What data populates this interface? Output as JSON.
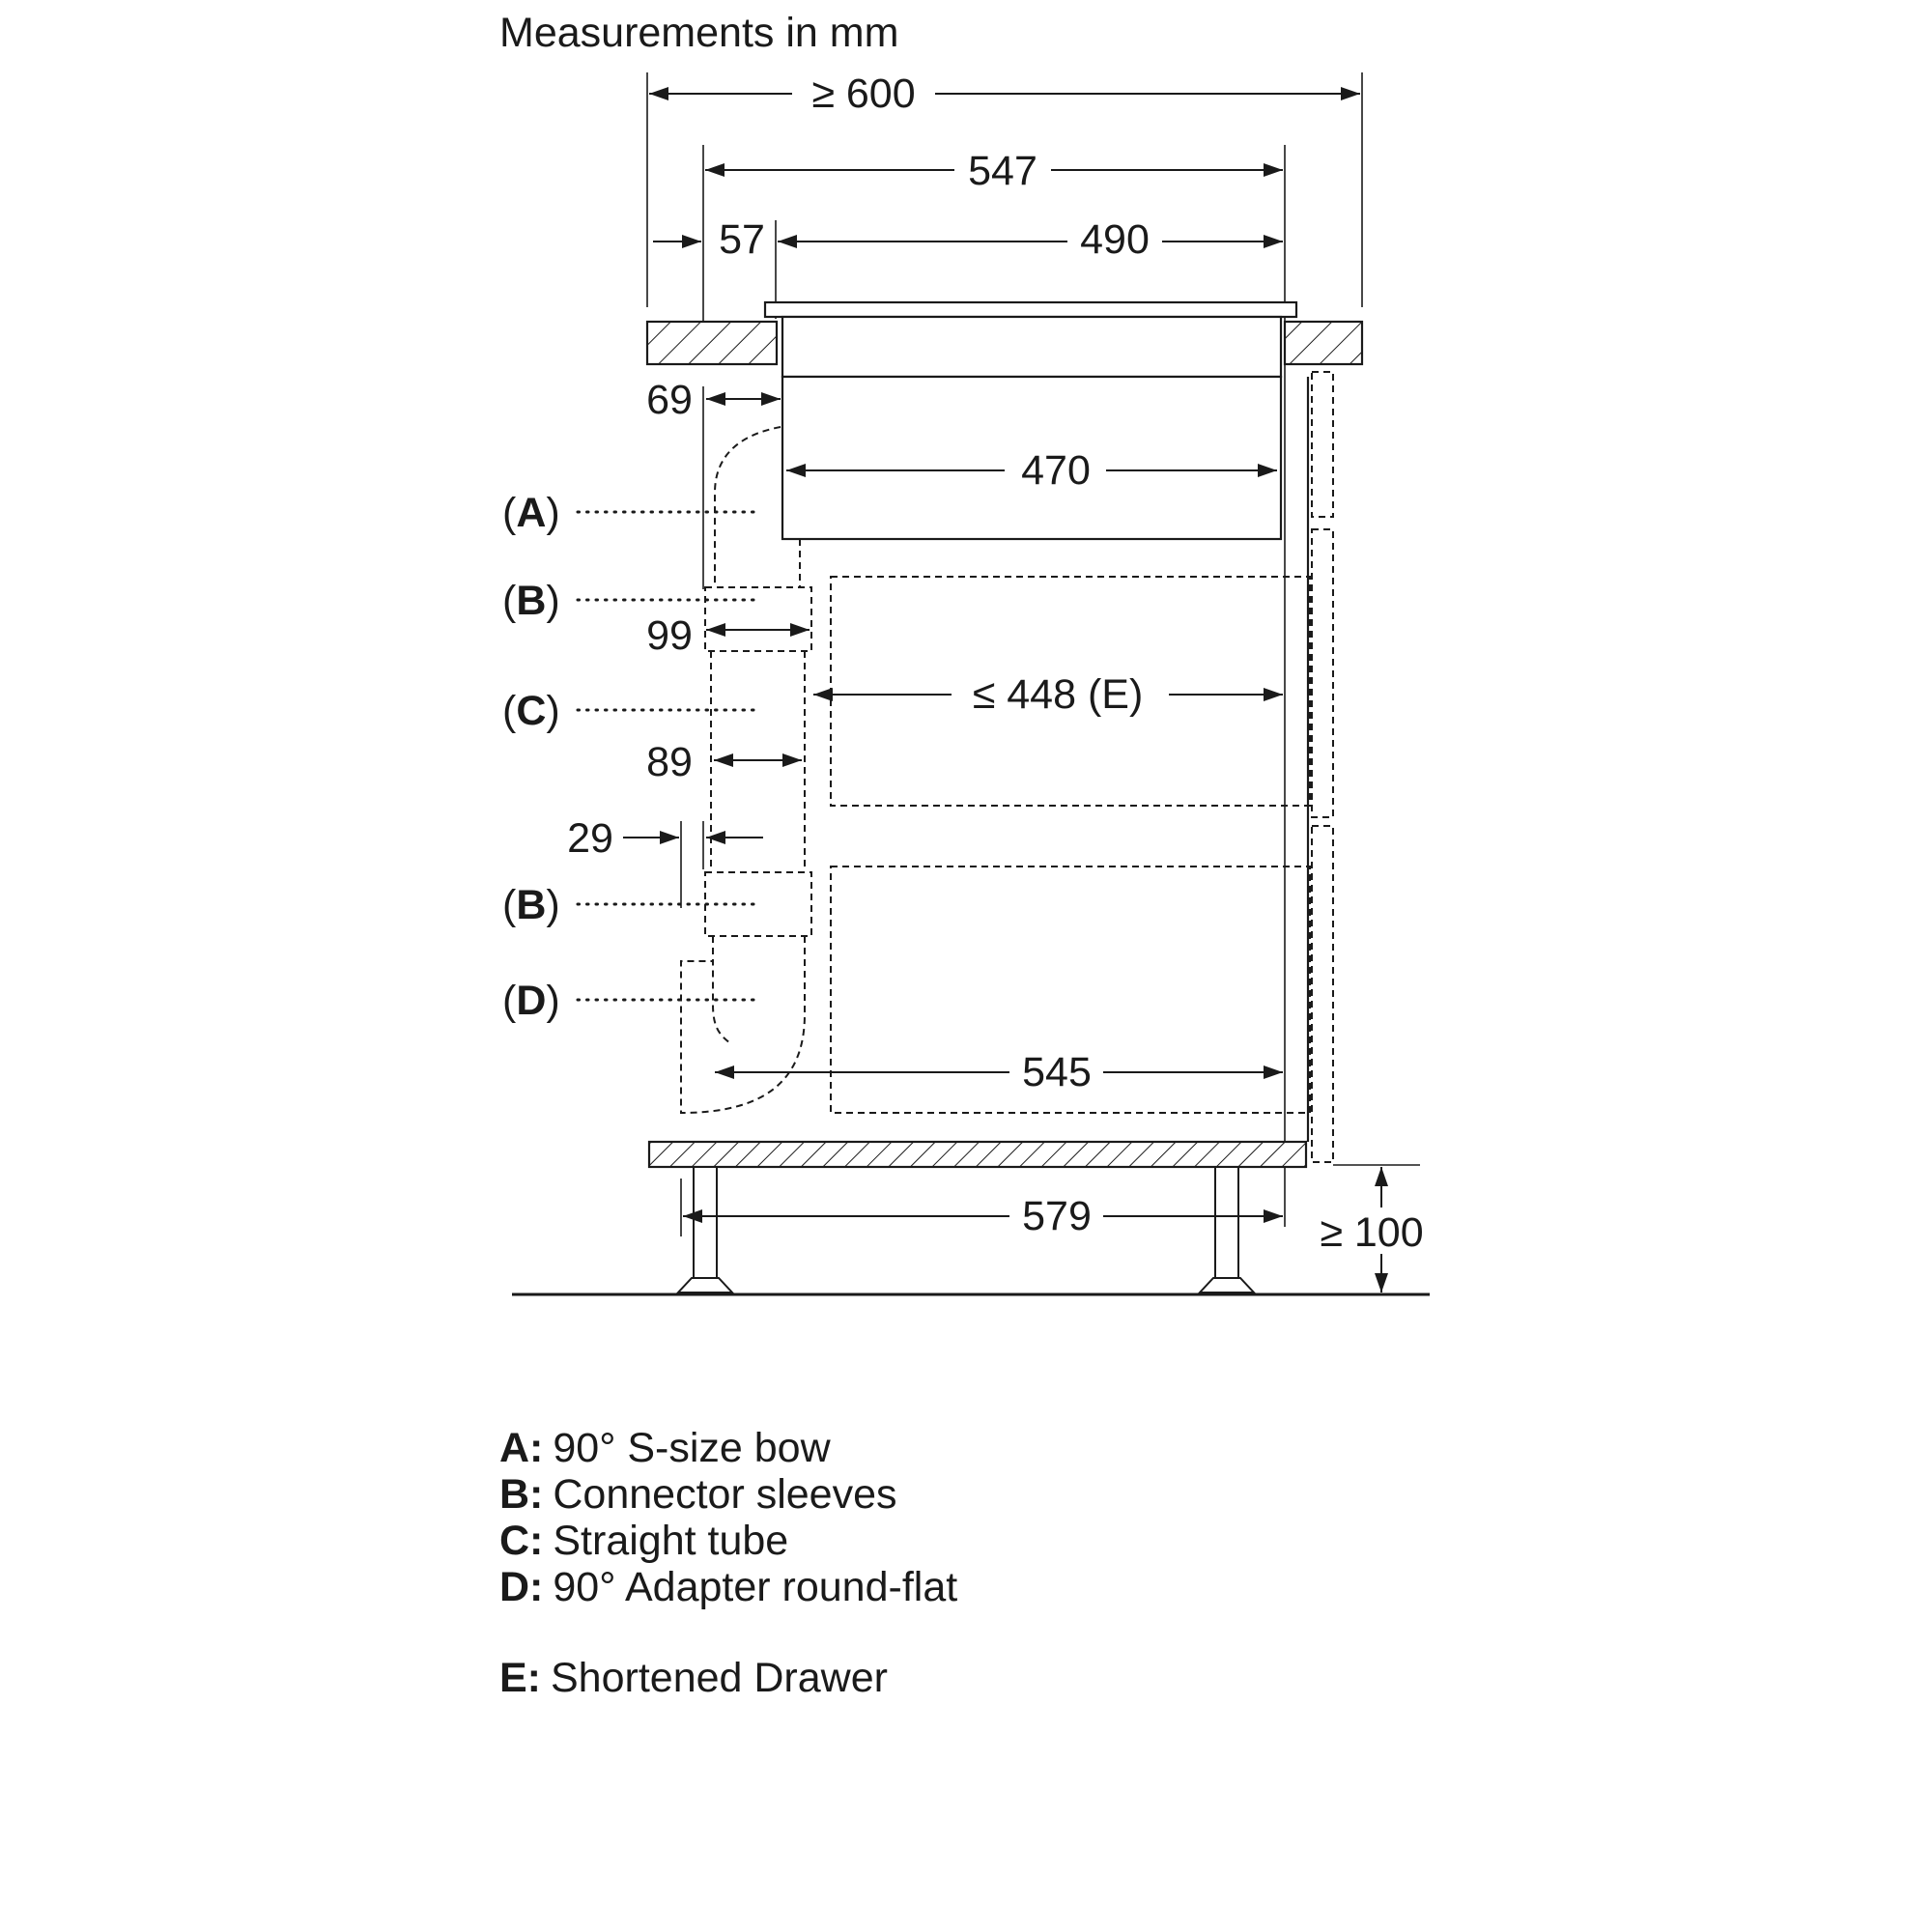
{
  "title": "Measurements in mm",
  "dimensions": {
    "top_width": "≥ 600",
    "hob_width": "547",
    "offset_left": "57",
    "cutout_width": "490",
    "unit_offset": "69",
    "unit_width": "470",
    "sleeve_width": "99",
    "drawer_width": "≤ 448 (E)",
    "tube_width": "89",
    "gap": "29",
    "lower_width": "545",
    "base_width": "579",
    "plinth_height": "≥ 100"
  },
  "callouts": {
    "a": {
      "open": "(",
      "letter": "A",
      "close": ")"
    },
    "b1": {
      "open": "(",
      "letter": "B",
      "close": ")"
    },
    "c": {
      "open": "(",
      "letter": "C",
      "close": ")"
    },
    "b2": {
      "open": "(",
      "letter": "B",
      "close": ")"
    },
    "d": {
      "open": "(",
      "letter": "D",
      "close": ")"
    }
  },
  "legend": [
    {
      "key": "A:",
      "text": "90° S-size bow"
    },
    {
      "key": "B:",
      "text": "Connector sleeves"
    },
    {
      "key": "C:",
      "text": "Straight tube"
    },
    {
      "key": "D:",
      "text": "90° Adapter round-flat"
    },
    {
      "key": "E:",
      "text": "Shortened Drawer"
    }
  ]
}
